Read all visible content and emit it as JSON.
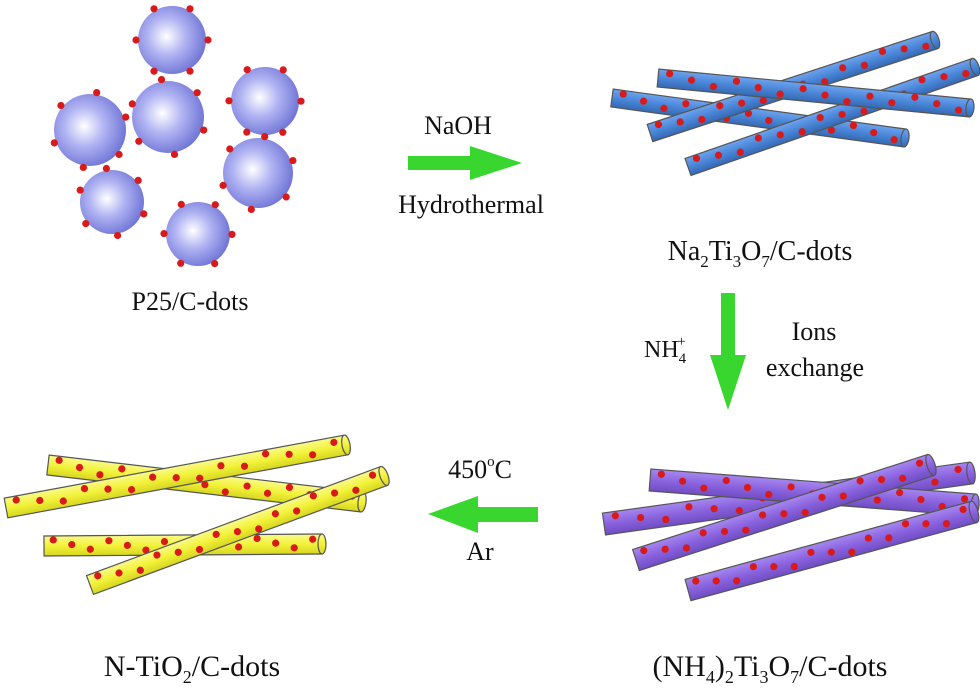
{
  "stages": {
    "p25": {
      "label": "P25/C-dots"
    },
    "na": {
      "label_parts": [
        "Na",
        "2",
        "Ti",
        "3",
        "O",
        "7",
        "/C-dots"
      ]
    },
    "nh4": {
      "label_parts": [
        "(NH",
        "4",
        ")",
        "2",
        "Ti",
        "3",
        "O",
        "7",
        "/C-dots"
      ]
    },
    "ntio2": {
      "label_parts": [
        "N-TiO",
        "2",
        "/C-dots"
      ]
    }
  },
  "steps": {
    "hydrothermal": {
      "reagent": "NaOH",
      "condition": "Hydrothermal"
    },
    "ion_exchange": {
      "reagent_base": "NH",
      "reagent_sub": "4",
      "reagent_sup": "+",
      "line1": "Ions",
      "line2": "exchange"
    },
    "calcination": {
      "temp_value": "450",
      "temp_sup": "o",
      "temp_unit": "C",
      "atmosphere": "Ar"
    }
  },
  "colors": {
    "sphere": "#8f93e6",
    "sphere_highlight": "#ffffff",
    "sphere_shadow": "#5d62c4",
    "dot": "#d81a1a",
    "rod_na": "#4a86d8",
    "rod_nh4": "#8a63de",
    "rod_ntio2": "#f2f23a",
    "arrow": "#39d62f"
  }
}
